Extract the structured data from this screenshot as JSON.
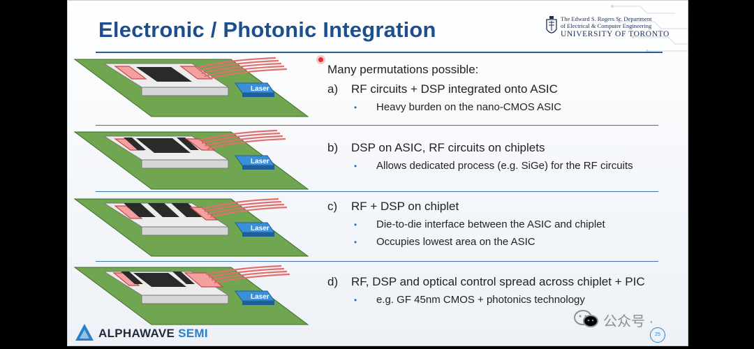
{
  "slide": {
    "title": "Electronic / Photonic Integration",
    "university": {
      "line1": "The Edward S. Rogers Sr. Department",
      "line2": "of Electrical & Computer Engineering",
      "line3": "UNIVERSITY OF TORONTO"
    },
    "intro": "Many permutations possible:",
    "options": [
      {
        "letter": "a)",
        "heading": "RF circuits + DSP integrated onto ASIC",
        "bullets": [
          "Heavy burden on the nano-CMOS ASIC"
        ]
      },
      {
        "letter": "b)",
        "heading": "DSP on ASIC, RF circuits on chiplets",
        "bullets": [
          "Allows dedicated process (e.g. SiGe) for the RF circuits"
        ]
      },
      {
        "letter": "c)",
        "heading": "RF + DSP on chiplet",
        "bullets": [
          "Die-to-die interface between the ASIC and chiplet",
          "Occupies lowest area on the ASIC"
        ]
      },
      {
        "letter": "d)",
        "heading": "RF, DSP and optical control spread across chiplet + PIC",
        "bullets": [
          "e.g. GF 45nm CMOS + photonics technology"
        ]
      }
    ],
    "laser_label": "Laser",
    "logo": {
      "brand": "ALPHAWAVE",
      "brand2": "SEMI"
    },
    "page_number": "25"
  },
  "watermark": {
    "text": "公众号 ·"
  },
  "colors": {
    "title": "#1d4f8f",
    "board": "#6fa64f",
    "laser": "#3b8fd6",
    "rf": "#f3a0a0",
    "die": "#2a2a2a"
  }
}
